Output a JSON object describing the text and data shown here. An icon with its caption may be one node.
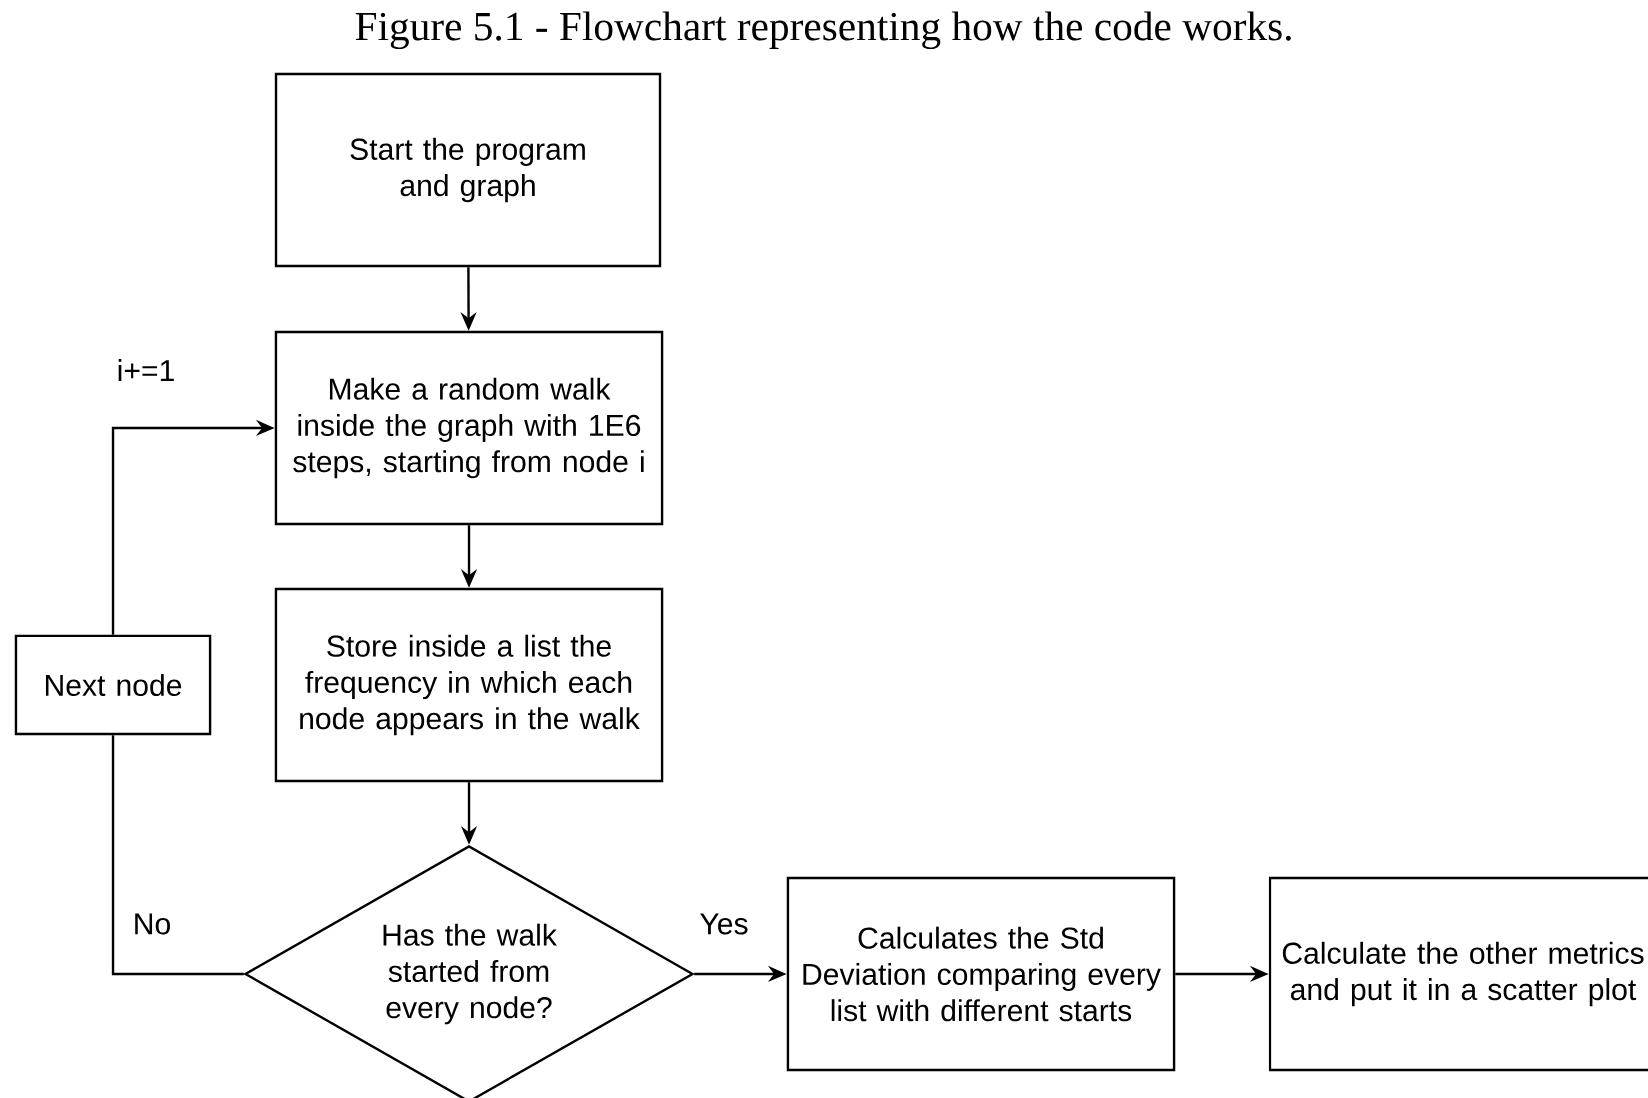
{
  "diagram": {
    "title": "Figure 5.1 - Flowchart representing how the code works.",
    "nodes": [
      {
        "text": [
          "Start the program and graph"
        ]
      },
      {
        "text": [
          "Make a random walk inside the graph with 1E6 steps, starting from node i"
        ]
      },
      {
        "text": [
          "Store inside a list the frequency in which each node appears in the walk"
        ]
      },
      {
        "text": [
          "Has the walk started from every node?"
        ]
      },
      {
        "text": [
          "Next node"
        ]
      },
      {
        "text": [
          "Calculates the Std Deviation comparing every list with different starts"
        ]
      },
      {
        "text": [
          "Calculate the other metrics and put it in a scatter plot"
        ]
      }
    ],
    "edges": [
      {
        "from": 0,
        "to": 1,
        "arrow": "to"
      },
      {
        "from": 1,
        "to": 2,
        "arrow": "to"
      },
      {
        "from": 2,
        "to": 3,
        "arrow": "to"
      },
      {
        "from": 3,
        "to": 5,
        "arrow": "to",
        "label": "Yes"
      },
      {
        "from": 5,
        "to": 6,
        "arrow": "to"
      },
      {
        "from": 3,
        "to": 4,
        "arrow": "none",
        "label": "No"
      },
      {
        "from": 4,
        "to": 1,
        "arrow": "to",
        "label": "i+=1"
      }
    ]
  }
}
